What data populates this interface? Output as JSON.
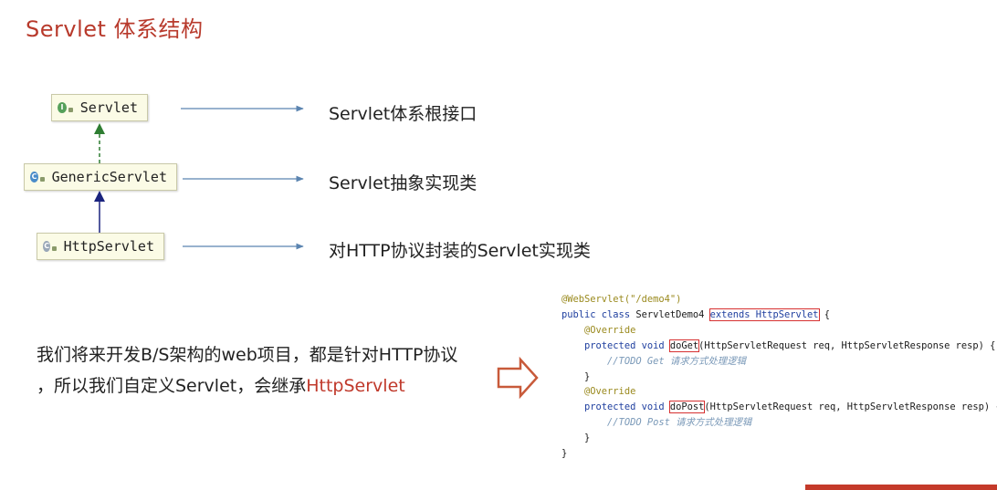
{
  "slide": {
    "title": "Servlet 体系结构"
  },
  "diagram": {
    "classes": [
      {
        "name": "Servlet",
        "badge": "I",
        "desc": "Servlet体系根接口"
      },
      {
        "name": "GenericServlet",
        "badge": "C",
        "desc": "Servlet抽象实现类"
      },
      {
        "name": "HttpServlet",
        "badge": "C",
        "desc": "对HTTP协议封装的Servlet实现类"
      }
    ]
  },
  "body": {
    "line1": "我们将来开发B/S架构的web项目，都是针对HTTP协议",
    "line2_prefix": "，所以我们自定义Servlet，会继承",
    "line2_highlight": "HttpServlet"
  },
  "code": {
    "l1_ann": "@WebServlet(\"/demo4\")",
    "l2_kw1": "public class",
    "l2_name": " ServletDemo4 ",
    "l2_ext": "extends HttpServlet",
    "l2_end": " {",
    "l3": "    @Override",
    "l4_kw": "    protected void ",
    "l4_m": "doGet",
    "l4_args": "(HttpServletRequest req, HttpServletResponse resp) {",
    "l5": "        //TODO Get 请求方式处理逻辑",
    "l6": "    }",
    "l7": "    @Override",
    "l8_kw": "    protected void ",
    "l8_m": "doPost",
    "l8_args": "(HttpServletRequest req, HttpServletResponse resp) {",
    "l9": "        //TODO Post 请求方式处理逻辑",
    "l10": "    }",
    "l11": "}"
  },
  "colors": {
    "title": "#b83a2c",
    "highlight": "#c0392b",
    "arrow": "#5b84b0",
    "inherit_interface": "#2e7d32",
    "inherit_class": "#1a237e"
  }
}
